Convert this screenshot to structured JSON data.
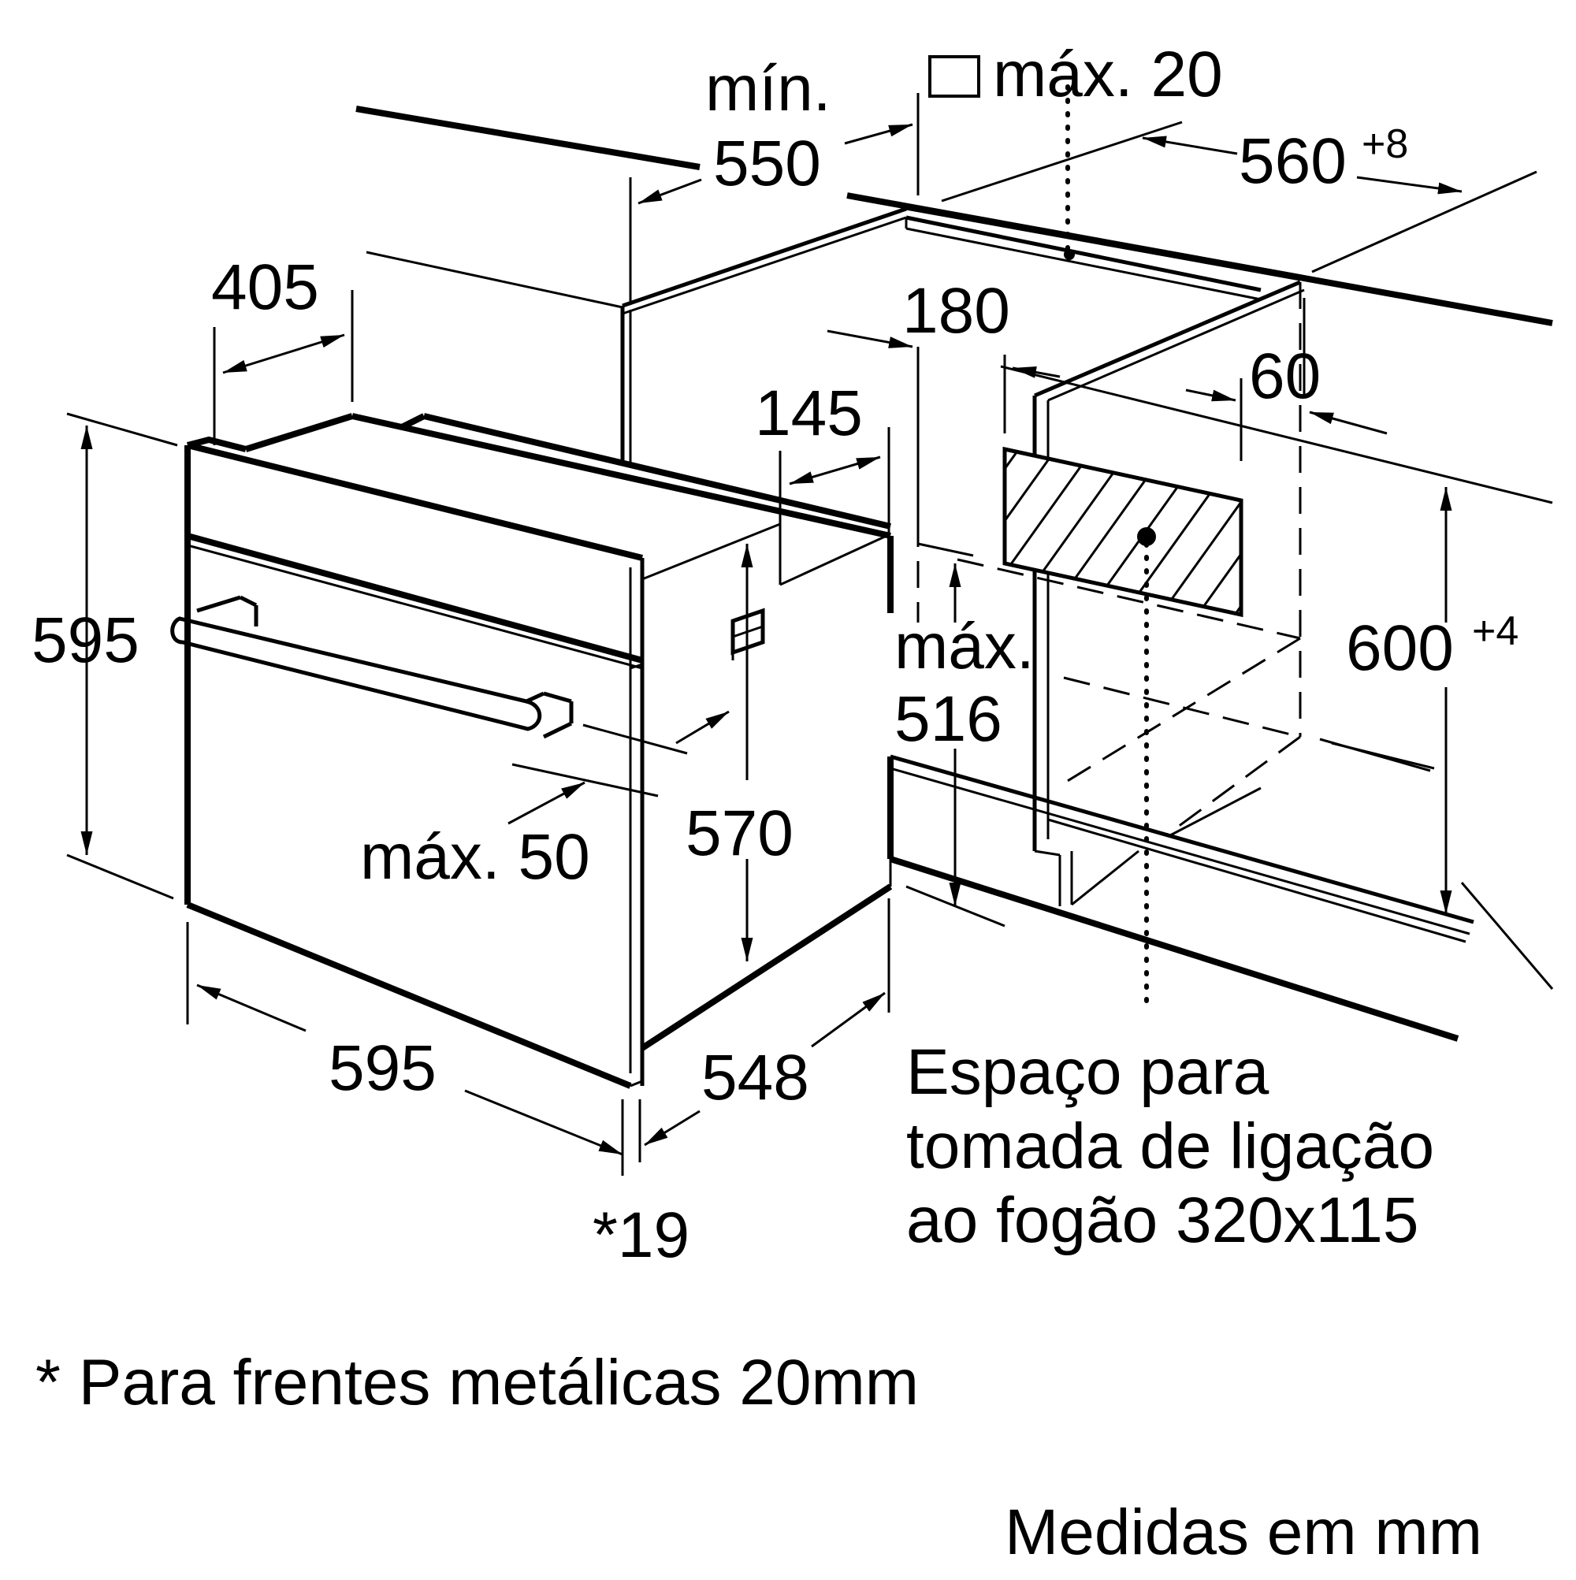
{
  "dimensions": {
    "min_label": "mín.",
    "min_value": "550",
    "max20": "máx. 20",
    "width_cutout": "560",
    "width_cutout_tol": "+8",
    "d405": "405",
    "d180": "180",
    "d60": "60",
    "d145": "145",
    "height_595": "595",
    "height_cutout": "600",
    "height_cutout_tol": "+4",
    "max_label": "máx.",
    "max516": "516",
    "d570": "570",
    "max50": "máx. 50",
    "width_595": "595",
    "depth_548": "548",
    "front_19": "*19"
  },
  "socket_note": {
    "line1": "Espaço para",
    "line2": "tomada de ligação",
    "line3": "ao fogão 320x115"
  },
  "footnote": "* Para frentes metálicas 20mm",
  "units_note": "Medidas em mm"
}
